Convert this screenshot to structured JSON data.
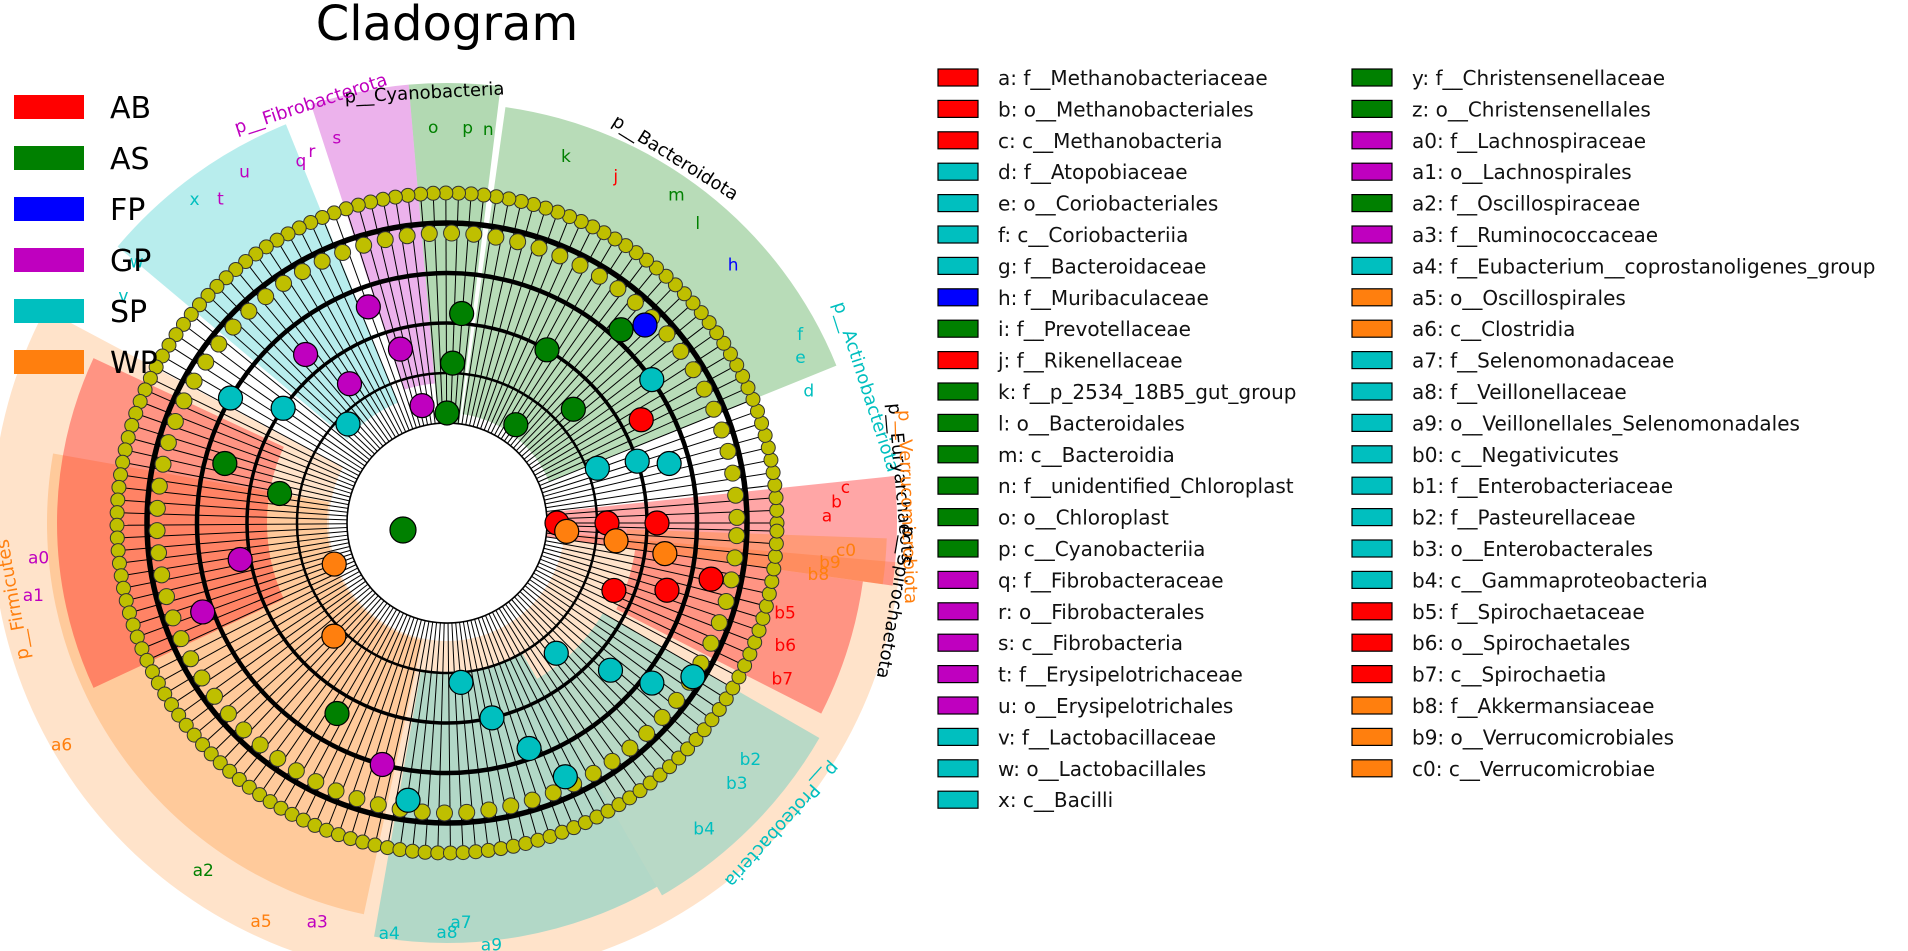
{
  "title": "Cladogram",
  "colors": {
    "AB": "#ff0000",
    "AS": "#008000",
    "FP": "#0000ff",
    "GP": "#bf00bf",
    "SP": "#00bfbf",
    "WP": "#ff7f0e",
    "node": "#bfbf00",
    "tree": "#000000"
  },
  "groups": [
    {
      "name": "AB",
      "color": "#ff0000"
    },
    {
      "name": "AS",
      "color": "#008000"
    },
    {
      "name": "FP",
      "color": "#0000ff"
    },
    {
      "name": "GP",
      "color": "#bf00bf"
    },
    {
      "name": "SP",
      "color": "#00bfbf"
    },
    {
      "name": "WP",
      "color": "#ff7f0e"
    }
  ],
  "phyla": [
    {
      "name": "p__Cyanobacteria",
      "color": "#000000"
    },
    {
      "name": "p__Fibrobacterota",
      "color": "#bf00bf"
    },
    {
      "name": "p__Bacteroidota",
      "color": "#000000"
    },
    {
      "name": "p__Actinobacteriota",
      "color": "#00bfbf"
    },
    {
      "name": "p__Euryarchaeota",
      "color": "#000000"
    },
    {
      "name": "p__Verrucomicrobiota",
      "color": "#ff7f0e"
    },
    {
      "name": "p__Spirochaetota",
      "color": "#000000"
    },
    {
      "name": "p__Proteobacteria",
      "color": "#00bfbf"
    },
    {
      "name": "p__Firmicutes",
      "color": "#ff7f0e"
    }
  ],
  "clades": [
    {
      "code": "a",
      "label": "f__Methanobacteriaceae",
      "group": "AB"
    },
    {
      "code": "b",
      "label": "o__Methanobacteriales",
      "group": "AB"
    },
    {
      "code": "c",
      "label": "c__Methanobacteria",
      "group": "AB"
    },
    {
      "code": "d",
      "label": "f__Atopobiaceae",
      "group": "SP"
    },
    {
      "code": "e",
      "label": "o__Coriobacteriales",
      "group": "SP"
    },
    {
      "code": "f",
      "label": "c__Coriobacteriia",
      "group": "SP"
    },
    {
      "code": "g",
      "label": "f__Bacteroidaceae",
      "group": "SP"
    },
    {
      "code": "h",
      "label": "f__Muribaculaceae",
      "group": "FP"
    },
    {
      "code": "i",
      "label": "f__Prevotellaceae",
      "group": "AS"
    },
    {
      "code": "j",
      "label": "f__Rikenellaceae",
      "group": "AB"
    },
    {
      "code": "k",
      "label": "f__p_2534_18B5_gut_group",
      "group": "AS"
    },
    {
      "code": "l",
      "label": "o__Bacteroidales",
      "group": "AS"
    },
    {
      "code": "m",
      "label": "c__Bacteroidia",
      "group": "AS"
    },
    {
      "code": "n",
      "label": "f__unidentified_Chloroplast",
      "group": "AS"
    },
    {
      "code": "o",
      "label": "o__Chloroplast",
      "group": "AS"
    },
    {
      "code": "p",
      "label": "c__Cyanobacteriia",
      "group": "AS"
    },
    {
      "code": "q",
      "label": "f__Fibrobacteraceae",
      "group": "GP"
    },
    {
      "code": "r",
      "label": "o__Fibrobacterales",
      "group": "GP"
    },
    {
      "code": "s",
      "label": "c__Fibrobacteria",
      "group": "GP"
    },
    {
      "code": "t",
      "label": "f__Erysipelotrichaceae",
      "group": "GP"
    },
    {
      "code": "u",
      "label": "o__Erysipelotrichales",
      "group": "GP"
    },
    {
      "code": "v",
      "label": "f__Lactobacillaceae",
      "group": "SP"
    },
    {
      "code": "w",
      "label": "o__Lactobacillales",
      "group": "SP"
    },
    {
      "code": "x",
      "label": "c__Bacilli",
      "group": "SP"
    },
    {
      "code": "y",
      "label": "f__Christensenellaceae",
      "group": "AS"
    },
    {
      "code": "z",
      "label": "o__Christensenellales",
      "group": "AS"
    },
    {
      "code": "a0",
      "label": "f__Lachnospiraceae",
      "group": "GP"
    },
    {
      "code": "a1",
      "label": "o__Lachnospirales",
      "group": "GP"
    },
    {
      "code": "a2",
      "label": "f__Oscillospiraceae",
      "group": "AS"
    },
    {
      "code": "a3",
      "label": "f__Ruminococcaceae",
      "group": "GP"
    },
    {
      "code": "a4",
      "label": "f__Eubacterium__coprostanoligenes_group",
      "group": "SP"
    },
    {
      "code": "a5",
      "label": "o__Oscillospirales",
      "group": "WP"
    },
    {
      "code": "a6",
      "label": "c__Clostridia",
      "group": "WP"
    },
    {
      "code": "a7",
      "label": "f__Selenomonadaceae",
      "group": "SP"
    },
    {
      "code": "a8",
      "label": "f__Veillonellaceae",
      "group": "SP"
    },
    {
      "code": "a9",
      "label": "o__Veillonellales_Selenomonadales",
      "group": "SP"
    },
    {
      "code": "b0",
      "label": "c__Negativicutes",
      "group": "SP"
    },
    {
      "code": "b1",
      "label": "f__Enterobacteriaceae",
      "group": "SP"
    },
    {
      "code": "b2",
      "label": "f__Pasteurellaceae",
      "group": "SP"
    },
    {
      "code": "b3",
      "label": "o__Enterobacterales",
      "group": "SP"
    },
    {
      "code": "b4",
      "label": "c__Gammaproteobacteria",
      "group": "SP"
    },
    {
      "code": "b5",
      "label": "f__Spirochaetaceae",
      "group": "AB"
    },
    {
      "code": "b6",
      "label": "o__Spirochaetales",
      "group": "AB"
    },
    {
      "code": "b7",
      "label": "c__Spirochaetia",
      "group": "AB"
    },
    {
      "code": "b8",
      "label": "f__Akkermansiaceae",
      "group": "WP"
    },
    {
      "code": "b9",
      "label": "o__Verrucomicrobiales",
      "group": "WP"
    },
    {
      "code": "c0",
      "label": "c__Verrucomicrobiae",
      "group": "WP"
    }
  ]
}
